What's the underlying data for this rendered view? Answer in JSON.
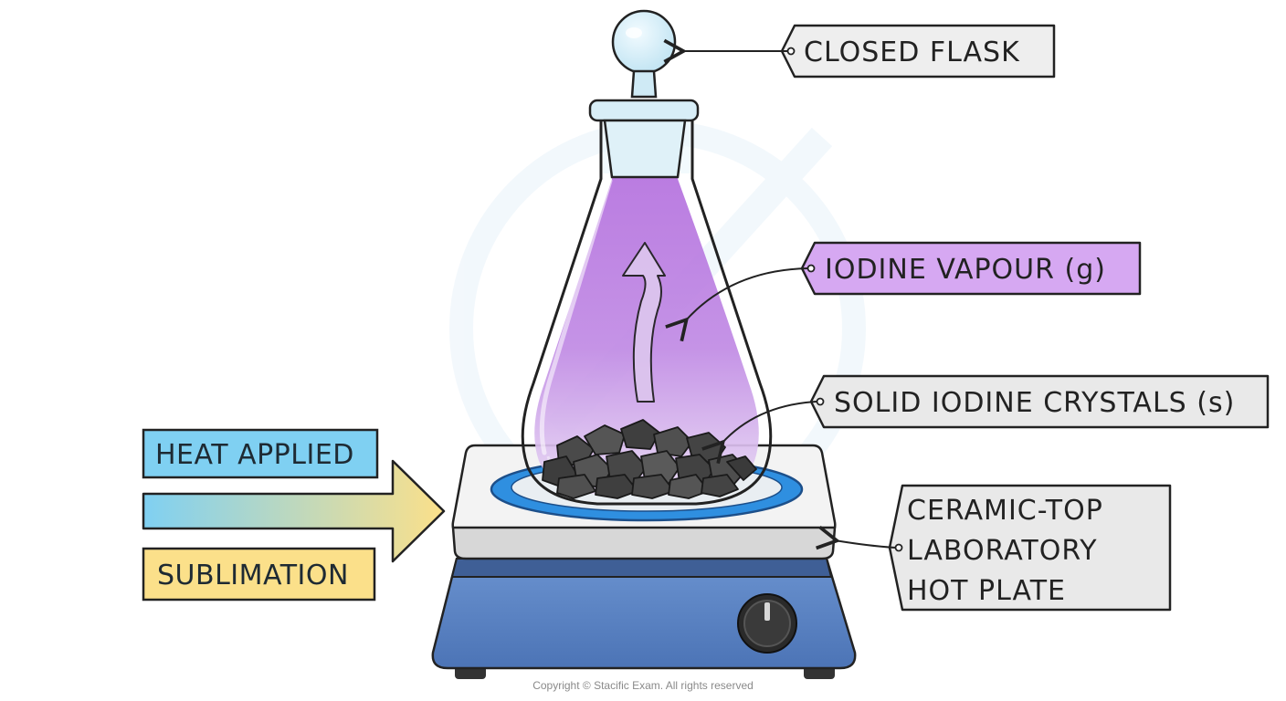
{
  "labels": {
    "closed_flask": "CLOSED FLASK",
    "iodine_vapour": "IODINE VAPOUR (g)",
    "solid_crystals": "SOLID IODINE CRYSTALS (s)",
    "hot_plate_line1": "CERAMIC-TOP",
    "hot_plate_line2": "LABORATORY",
    "hot_plate_line3": "HOT PLATE",
    "heat_applied": "HEAT APPLIED",
    "sublimation": "SUBLIMATION"
  },
  "copyright": "Copyright © Stacific Exam. All rights reserved",
  "colors": {
    "vapour": "#b877e0",
    "vapour_tag": "#d6a8f2",
    "tag_grey": "#e9e9e9",
    "heat_box": "#7fd0f2",
    "sublimation_box": "#fbe08a",
    "hotplate_base": "#5b84c4",
    "ceramic_top": "#f1f1f1",
    "heating_ring": "#2f8fe0",
    "crystals": "#4a4a4a"
  }
}
